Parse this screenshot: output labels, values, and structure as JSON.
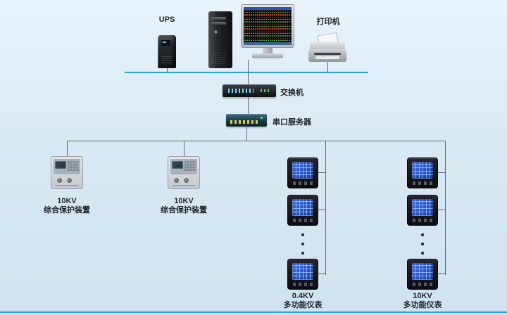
{
  "colors": {
    "bus_line": "#2aa3db",
    "branch_wire": "#5c6b75",
    "background_top": "#e8f3fb",
    "background_bottom": "#cfe2ef",
    "meter_screen_blue": "#2a4fc0"
  },
  "top_row": {
    "ups_label": "UPS",
    "printer_label": "打印机"
  },
  "backbone": {
    "switch_label": "交换机",
    "serial_server_label": "串口服务器"
  },
  "groups": {
    "protection_a": {
      "kv": "10KV",
      "name": "综合保护装置"
    },
    "protection_b": {
      "kv": "10KV",
      "name": "综合保护装置"
    },
    "meter_column_a": {
      "kv": "0.4KV",
      "name": "多功能仪表"
    },
    "meter_column_b": {
      "kv": "10KV",
      "name": "多功能仪表"
    }
  }
}
